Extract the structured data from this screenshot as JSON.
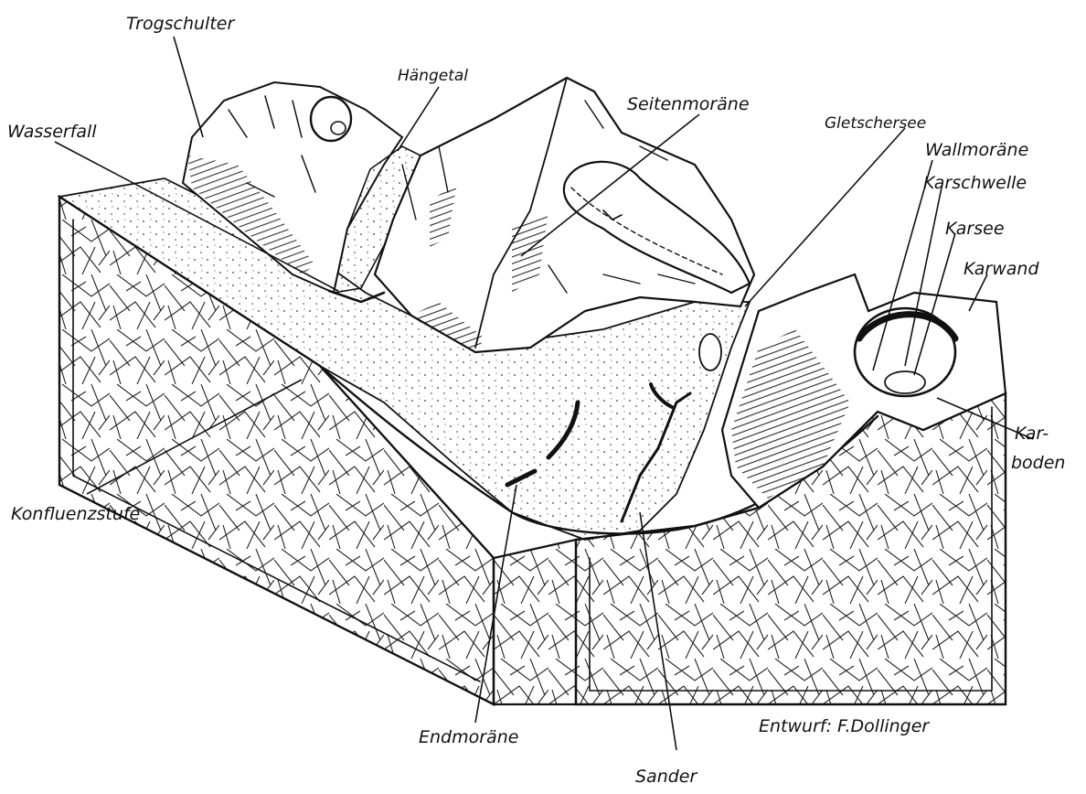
{
  "diagram": {
    "labels": {
      "trogschulter": "Trogschulter",
      "haengetal": "Hängetal",
      "seitenmoraene": "Seitenmoräne",
      "wasserfall": "Wasserfall",
      "gletschersee": "Gletschersee",
      "wallmoraene": "Wallmoräne",
      "karschwelle": "Karschwelle",
      "karsee": "Karsee",
      "karwand": "Karwand",
      "karboden_1": "Kar-",
      "karboden_2": "boden",
      "konfluenzstufe": "Konfluenzstufe",
      "endmoraene": "Endmoräne",
      "sander": "Sander",
      "credit": "Entwurf: F.Dollinger"
    },
    "colors": {
      "ink": "#111111",
      "paper": "#ffffff"
    }
  }
}
